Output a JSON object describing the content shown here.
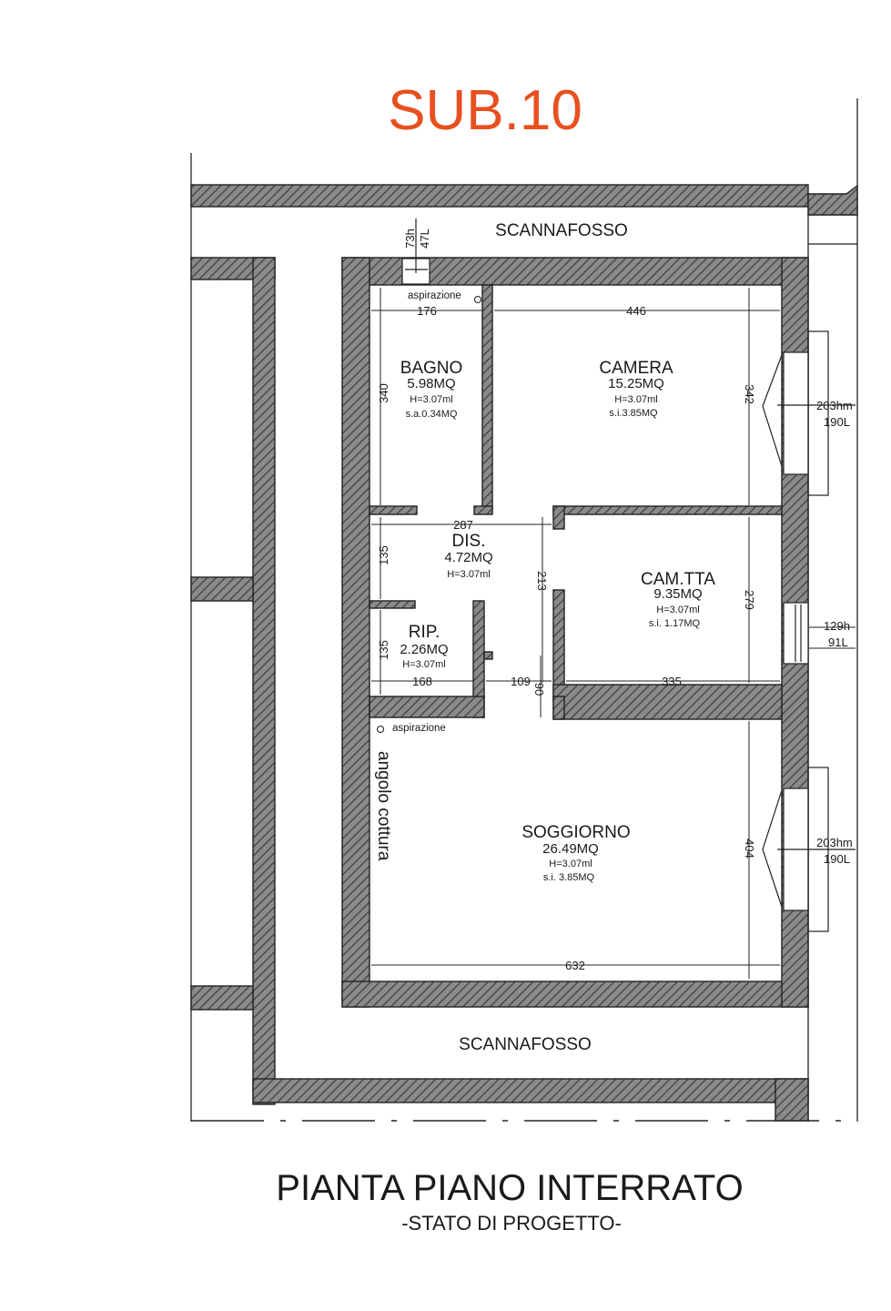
{
  "header": {
    "title": "SUB.10",
    "title_color": "#e8501f"
  },
  "footer": {
    "title": "PIANTA PIANO INTERRATO",
    "subtitle": "-STATO DI PROGETTO-"
  },
  "labels": {
    "scannafosso_top": "SCANNAFOSSO",
    "scannafosso_bottom": "SCANNAFOSSO",
    "aspirazione_1": "aspirazione",
    "aspirazione_2": "aspirazione",
    "angolo_cottura": "angolo cottura",
    "duct_h": "73h",
    "duct_l": "47L"
  },
  "rooms": {
    "bagno": {
      "name": "BAGNO",
      "area": "5.98MQ",
      "height": "H=3.07ml",
      "extra": "s.a.0.34MQ"
    },
    "camera": {
      "name": "CAMERA",
      "area": "15.25MQ",
      "height": "H=3.07ml",
      "extra": "s.i.3.85MQ"
    },
    "dis": {
      "name": "DIS.",
      "area": "4.72MQ",
      "height": "H=3.07ml"
    },
    "camtta": {
      "name": "CAM.TTA",
      "area": "9.35MQ",
      "height": "H=3.07ml",
      "extra": "s.i.  1.17MQ"
    },
    "rip": {
      "name": "RIP.",
      "area": "2.26MQ",
      "height": "H=3.07ml"
    },
    "soggiorno": {
      "name": "SOGGIORNO",
      "area": "26.49MQ",
      "height": "H=3.07ml",
      "extra": "s.i.  3.85MQ"
    }
  },
  "dimensions": {
    "d176": "176",
    "d446": "446",
    "d340": "340",
    "d342": "342",
    "d287": "287",
    "d135a": "135",
    "d213": "213",
    "d279": "279",
    "d135b": "135",
    "d168": "168",
    "d109": "109",
    "d90": "90",
    "d335": "335",
    "d404": "404",
    "d632": "632"
  },
  "windows": {
    "w1_h": "203hm",
    "w1_l": "190L",
    "w2_h": "129h",
    "w2_l": "91L",
    "w3_h": "203hm",
    "w3_l": "190L"
  }
}
